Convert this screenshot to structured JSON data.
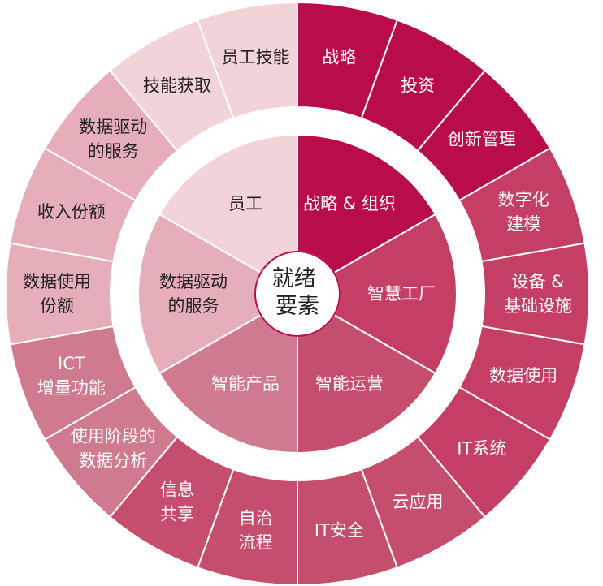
{
  "center": {
    "label": [
      "就绪",
      "要素"
    ]
  },
  "inner_ring": [
    {
      "label": [
        "战略 & 组织"
      ],
      "color": "#B80D4A",
      "text": "light"
    },
    {
      "label": [
        "智慧工厂"
      ],
      "color": "#C43F63",
      "text": "light"
    },
    {
      "label": [
        "智能运营"
      ],
      "color": "#C54E6C",
      "text": "light"
    },
    {
      "label": [
        "智能产品"
      ],
      "color": "#D07A8E",
      "text": "light"
    },
    {
      "label": [
        "数据驱动",
        "的服务"
      ],
      "color": "#E5AEB8",
      "text": "dark"
    },
    {
      "label": [
        "员工"
      ],
      "color": "#F2D3D8",
      "text": "dark"
    }
  ],
  "outer_ring": [
    {
      "label": [
        "战略"
      ],
      "color": "#B80D4A",
      "text": "light"
    },
    {
      "label": [
        "投资"
      ],
      "color": "#B80D4A",
      "text": "light"
    },
    {
      "label": [
        "创新管理"
      ],
      "color": "#B80D4A",
      "text": "light"
    },
    {
      "label": [
        "数字化",
        "建模"
      ],
      "color": "#C43F63",
      "text": "light"
    },
    {
      "label": [
        "设备 &",
        "基础设施"
      ],
      "color": "#C43F63",
      "text": "light"
    },
    {
      "label": [
        "数据使用"
      ],
      "color": "#C43F63",
      "text": "light"
    },
    {
      "label": [
        "IT系统"
      ],
      "color": "#C43F63",
      "text": "light"
    },
    {
      "label": [
        "云应用"
      ],
      "color": "#C54E6C",
      "text": "light"
    },
    {
      "label": [
        "IT安全"
      ],
      "color": "#C54E6C",
      "text": "light"
    },
    {
      "label": [
        "自治",
        "流程"
      ],
      "color": "#C54E6C",
      "text": "light"
    },
    {
      "label": [
        "信息",
        "共享"
      ],
      "color": "#C54E6C",
      "text": "light"
    },
    {
      "label": [
        "使用阶段的",
        "数据分析"
      ],
      "color": "#D07A8E",
      "text": "light"
    },
    {
      "label": [
        "ICT",
        "增量功能"
      ],
      "color": "#D07A8E",
      "text": "light"
    },
    {
      "label": [
        "数据使用",
        "份额"
      ],
      "color": "#E5AEB8",
      "text": "dark"
    },
    {
      "label": [
        "收入份额"
      ],
      "color": "#E5AEB8",
      "text": "dark"
    },
    {
      "label": [
        "数据驱动",
        "的服务"
      ],
      "color": "#E5AEB8",
      "text": "dark"
    },
    {
      "label": [
        "技能获取"
      ],
      "color": "#F2D3D8",
      "text": "dark"
    },
    {
      "label": [
        "员工技能"
      ],
      "color": "#F2D3D8",
      "text": "dark"
    }
  ]
}
